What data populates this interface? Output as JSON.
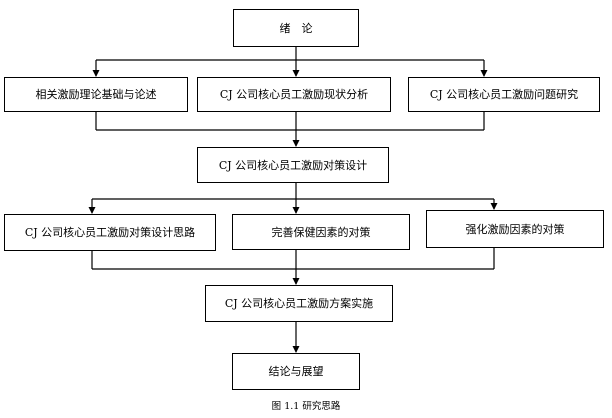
{
  "diagram": {
    "nodes": {
      "intro": "绪　论",
      "theory": "相关激励理论基础与论述",
      "status": "CJ 公司核心员工激励现状分析",
      "problems": "CJ 公司核心员工激励问题研究",
      "design": "CJ 公司核心员工激励对策设计",
      "design_ideas": "CJ 公司核心员工激励对策设计思路",
      "health_factors": "完善保健因素的对策",
      "motivation_factors": "强化激励因素的对策",
      "implementation": "CJ 公司核心员工激励方案实施",
      "conclusion": "结论与展望"
    },
    "caption": "图 1.1 研究思路"
  }
}
